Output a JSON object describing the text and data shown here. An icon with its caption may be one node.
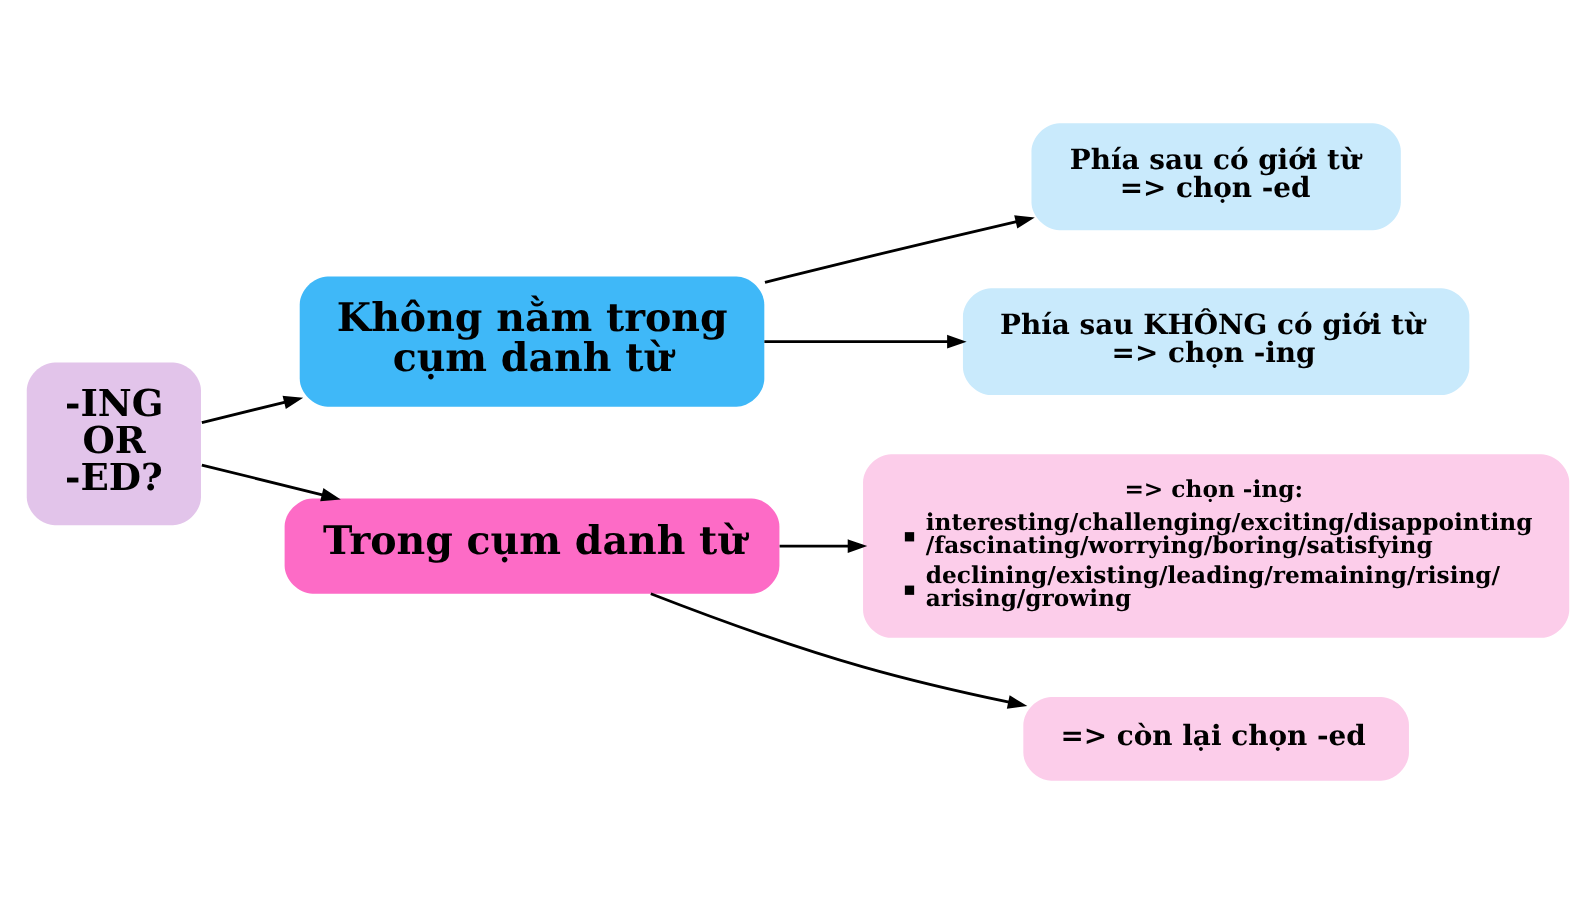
{
  "diagram": {
    "nodes": [
      {
        "text": [
          "-ING OR -ED?"
        ]
      },
      {
        "text": [
          "Không nằm trong cụm danh từ"
        ]
      },
      {
        "text": [
          "Phía sau có giới từ => chọn -ed"
        ]
      },
      {
        "text": [
          "Phía sau KHÔNG có giới từ => chọn -ing"
        ]
      },
      {
        "text": [
          "Trong cụm danh từ"
        ]
      },
      {
        "text": [
          "=> chọn -ing:",
          "interesting/challenging/exciting/disappointing /fascinating/worrying/boring/satisfying",
          "declining/existing/leading/remaining/rising/ arising/growing"
        ]
      },
      {
        "text": [
          "=> còn lại chọn -ed"
        ]
      }
    ],
    "edges": [
      {
        "from": 0,
        "to": 1,
        "arrow": "to"
      },
      {
        "from": 0,
        "to": 4,
        "arrow": "to"
      },
      {
        "from": 1,
        "to": 2,
        "arrow": "to"
      },
      {
        "from": 1,
        "to": 3,
        "arrow": "to"
      },
      {
        "from": 4,
        "to": 5,
        "arrow": "to"
      },
      {
        "from": 4,
        "to": 6,
        "arrow": "to"
      }
    ]
  }
}
